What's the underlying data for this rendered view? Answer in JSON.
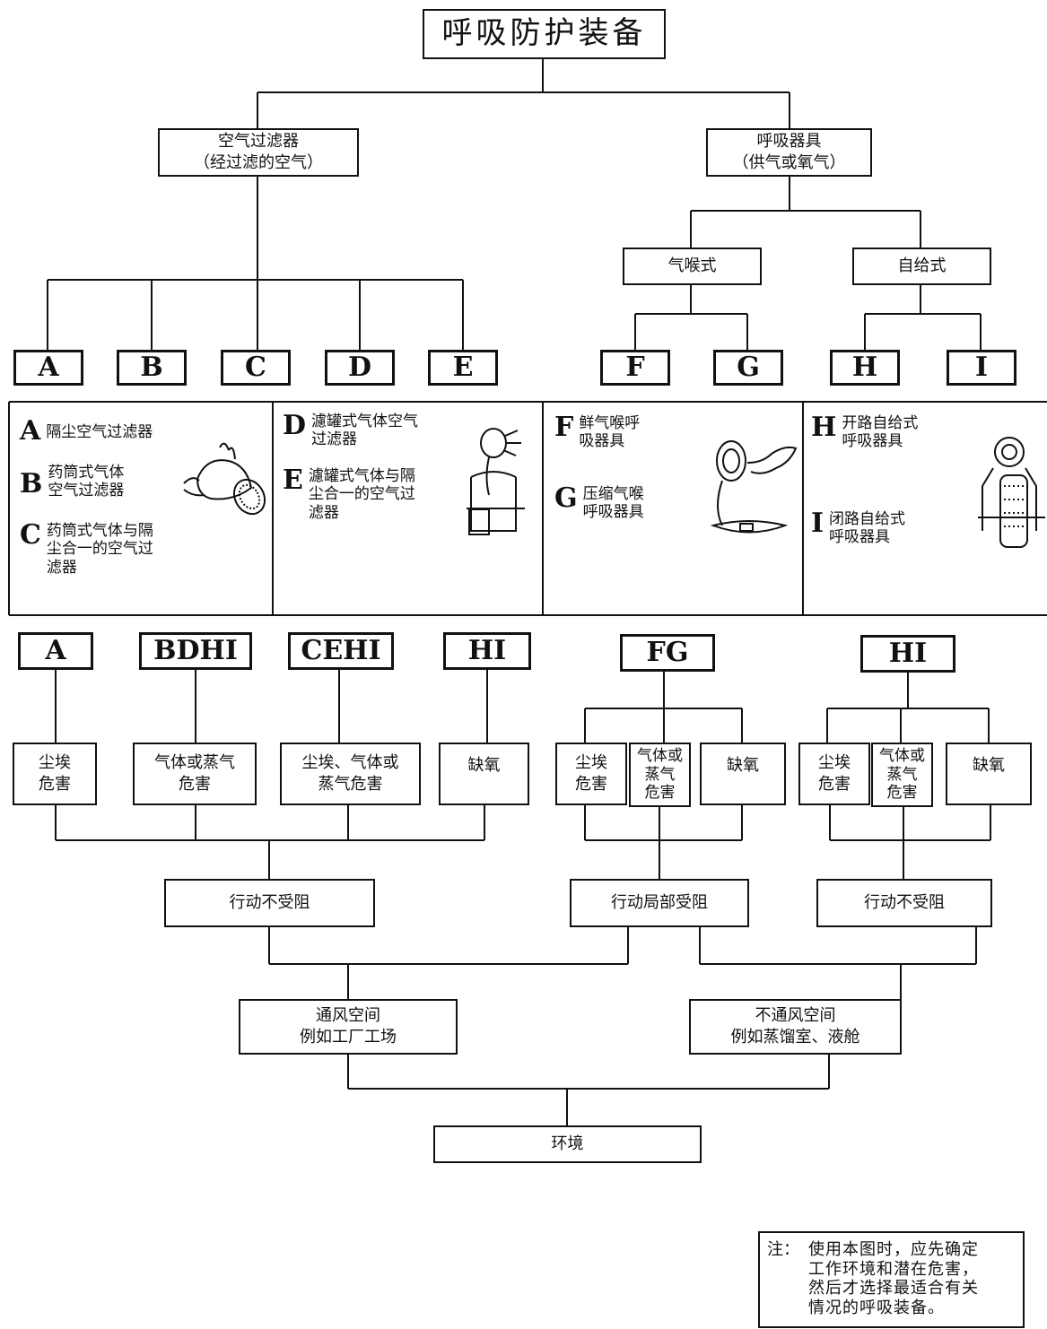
{
  "title": "呼吸防护装备",
  "level1": {
    "filters": "空气过滤器\n（经过滤的空气）",
    "breathing": "呼吸器具\n（供气或氧气）"
  },
  "level2": {
    "airline": "气喉式",
    "selfcontained": "自给式"
  },
  "types": [
    "A",
    "B",
    "C",
    "D",
    "E",
    "F",
    "G",
    "H",
    "I"
  ],
  "legend": {
    "A": "隔尘空气过滤器",
    "B": "药筒式气体\n空气过滤器",
    "C": "药筒式气体与隔\n尘合一的空气过\n滤器",
    "D": "濾罐式气体空气\n过滤器",
    "E": "濾罐式气体与隔\n尘合一的空气过\n滤器",
    "F": "鲜气喉呼\n吸器具",
    "G": "压缩气喉\n呼吸器具",
    "H": "开路自给式\n呼吸器具",
    "I": "闭路自给式\n呼吸器具"
  },
  "codes": [
    "A",
    "BDHI",
    "CEHI",
    "HI",
    "FG",
    "HI"
  ],
  "hazards": {
    "h1": "尘埃\n危害",
    "h2": "气体或蒸气\n危害",
    "h3": "尘埃、气体或\n蒸气危害",
    "h4": "缺氧",
    "h5": "尘埃\n危害",
    "h6": "气体或\n蒸气\n危害",
    "h7": "缺氧",
    "h8": "尘埃\n危害",
    "h9": "气体或\n蒸气\n危害",
    "h10": "缺氧"
  },
  "mobility": {
    "m1": "行动不受阻",
    "m2": "行动局部受阻",
    "m3": "行动不受阻"
  },
  "spaces": {
    "ventilated": "通风空间\n例如工厂工场",
    "unventilated": "不通风空间\n例如蒸馏室、液舱"
  },
  "environment": "环境",
  "note": {
    "label": "注：",
    "text": "使用本图时，应先确定\n工作环境和潜在危害，\n然后才选择最适合有关\n情况的呼吸装备。"
  }
}
